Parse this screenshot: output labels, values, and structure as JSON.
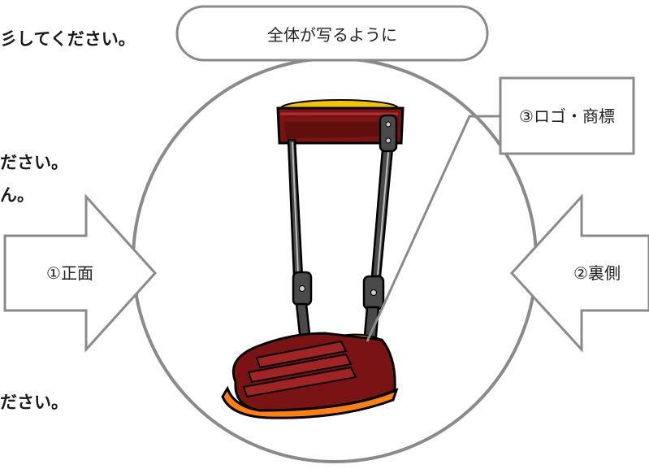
{
  "instruction_fragments": [
    "彡してください。",
    "ださい。",
    "ん。",
    "ださい。"
  ],
  "callouts": {
    "whole": "全体が写るように",
    "front": "①正面",
    "back": "②裏側",
    "logo": "③ロゴ・商標"
  },
  "illustration": "leg-brace-with-shoe",
  "colors": {
    "outline": "#8a8a8a",
    "brace_leather": "#7a1414",
    "brace_leather_dark": "#4a0a0a",
    "pad_yellow": "#f2c500",
    "metal_rod": "#4a4a4a",
    "sole_orange": "#ff7f10"
  }
}
